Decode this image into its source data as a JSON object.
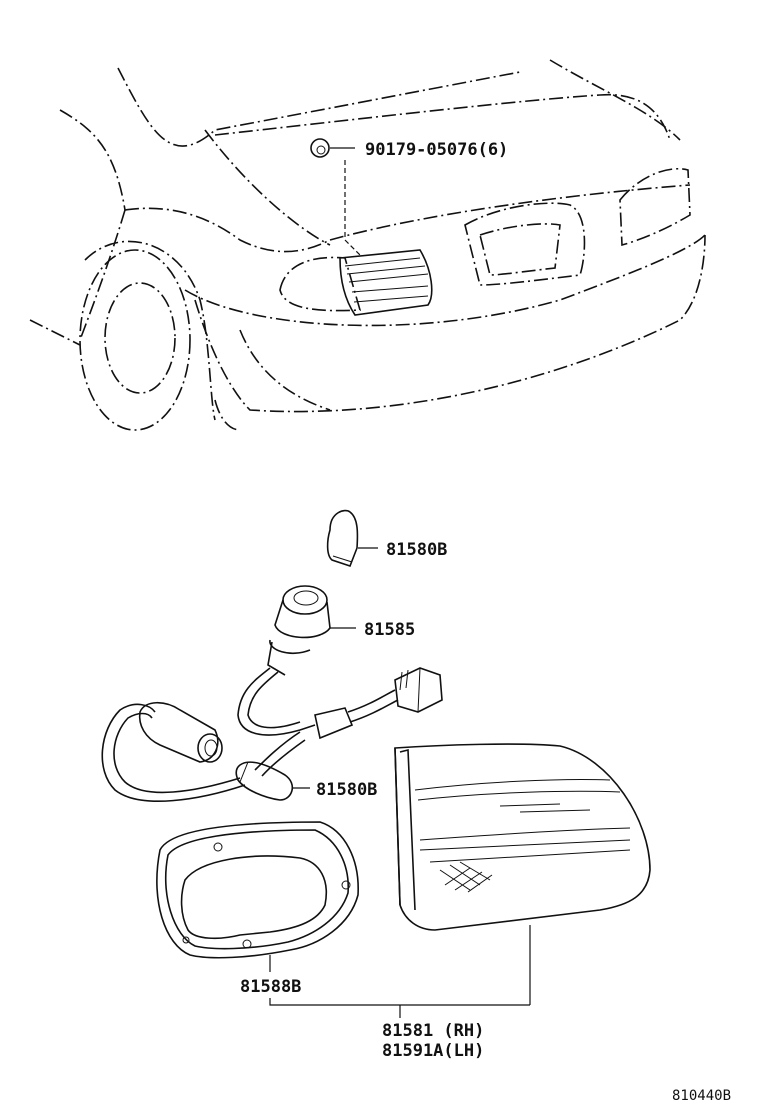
{
  "labels": {
    "screw": "90179-05076(6)",
    "bulb_top": "81580B",
    "socket": "81585",
    "bulb_bottom": "81580B",
    "gasket": "81588B",
    "lamp_rh": "81581 (RH)",
    "lamp_lh": "81591A(LH)",
    "figure_code": "810440B"
  }
}
